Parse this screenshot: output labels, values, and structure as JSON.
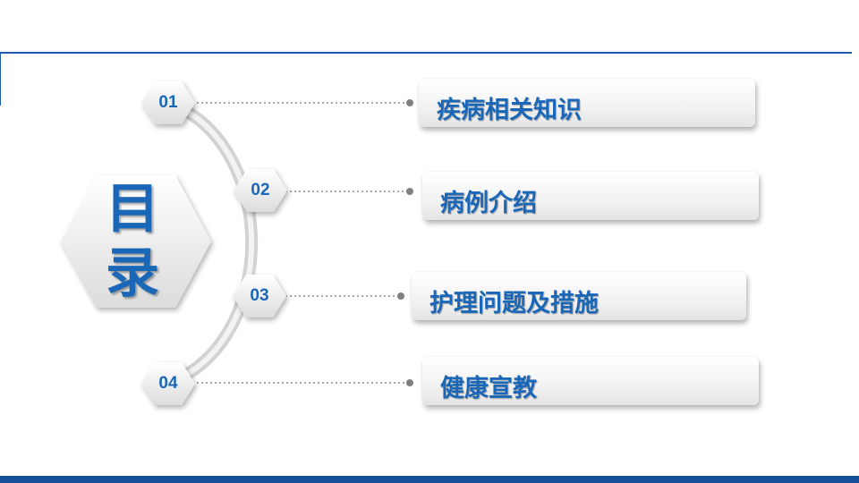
{
  "title": {
    "line1": "目",
    "line2": "录"
  },
  "items": [
    {
      "number": "01",
      "label": "疾病相关知识"
    },
    {
      "number": "02",
      "label": "病例介绍"
    },
    {
      "number": "03",
      "label": "护理问题及措施"
    },
    {
      "number": "04",
      "label": "健康宣教"
    }
  ],
  "colors": {
    "accent": "#1a67b8",
    "line": "#1f5fae",
    "bar": "#174f9a"
  }
}
